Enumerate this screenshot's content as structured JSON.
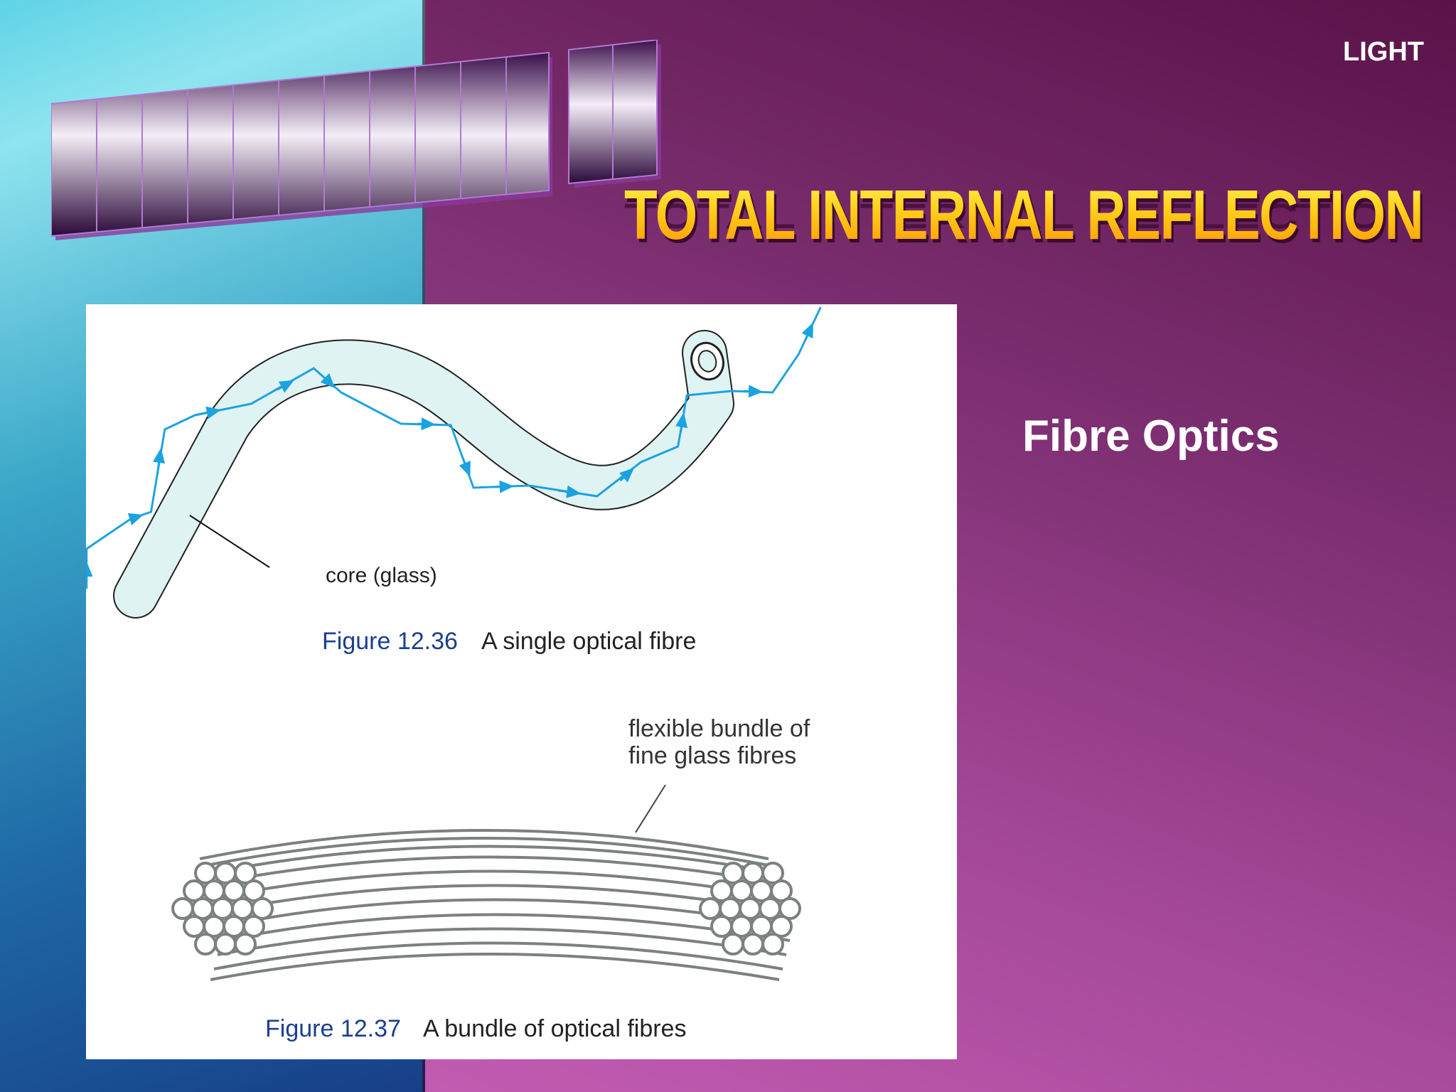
{
  "header": {
    "section_label": "LIGHT",
    "title": "TOTAL INTERNAL REFLECTION"
  },
  "main": {
    "subtitle": "Fibre Optics"
  },
  "figure_single": {
    "core_label": "core (glass)",
    "caption_number": "Figure 12.36",
    "caption_text": "A single optical fibre"
  },
  "figure_bundle": {
    "bundle_label_line1": "flexible bundle of",
    "bundle_label_line2": "fine glass fibres",
    "caption_number": "Figure 12.37",
    "caption_text": "A bundle of optical fibres"
  },
  "colors": {
    "ray": "#1aa3e0",
    "fibre_fill": "#dff3f3",
    "caption_blue": "#1b3f8f",
    "title_gold": "#ffc20e"
  }
}
